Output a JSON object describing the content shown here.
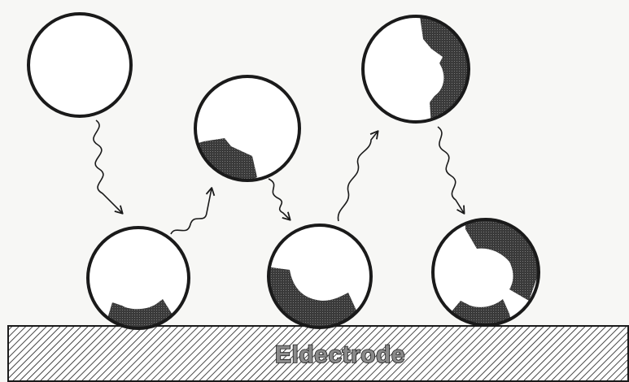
{
  "diagram": {
    "electrode": {
      "label": "Eldectrode"
    },
    "colors": {
      "outline": "#1a1a1a",
      "coverage_fill": "#4a4a4a",
      "particle_fill": "#ffffff",
      "background": "#f7f7f5"
    },
    "particles": [
      {
        "id": "free-particle-1",
        "state": "free",
        "coverage": "none"
      },
      {
        "id": "free-particle-2",
        "state": "free",
        "coverage": "partial-coverage"
      },
      {
        "id": "free-particle-3",
        "state": "free",
        "coverage": "partial-coverage"
      },
      {
        "id": "adsorbed-particle-1",
        "state": "adsorbed",
        "coverage": "partial-coverage"
      },
      {
        "id": "adsorbed-particle-2",
        "state": "adsorbed",
        "coverage": "partial-coverage"
      },
      {
        "id": "adsorbed-particle-3",
        "state": "adsorbed",
        "coverage": "partial-coverage"
      }
    ],
    "arrows": [
      {
        "from": "free-particle-1",
        "to": "adsorbed-particle-1",
        "direction": "down"
      },
      {
        "from": "adsorbed-particle-1",
        "to": "free-particle-2",
        "direction": "up"
      },
      {
        "from": "free-particle-2",
        "to": "adsorbed-particle-2",
        "direction": "down"
      },
      {
        "from": "adsorbed-particle-2",
        "to": "free-particle-3",
        "direction": "up"
      },
      {
        "from": "free-particle-3",
        "to": "adsorbed-particle-3",
        "direction": "down"
      }
    ]
  }
}
